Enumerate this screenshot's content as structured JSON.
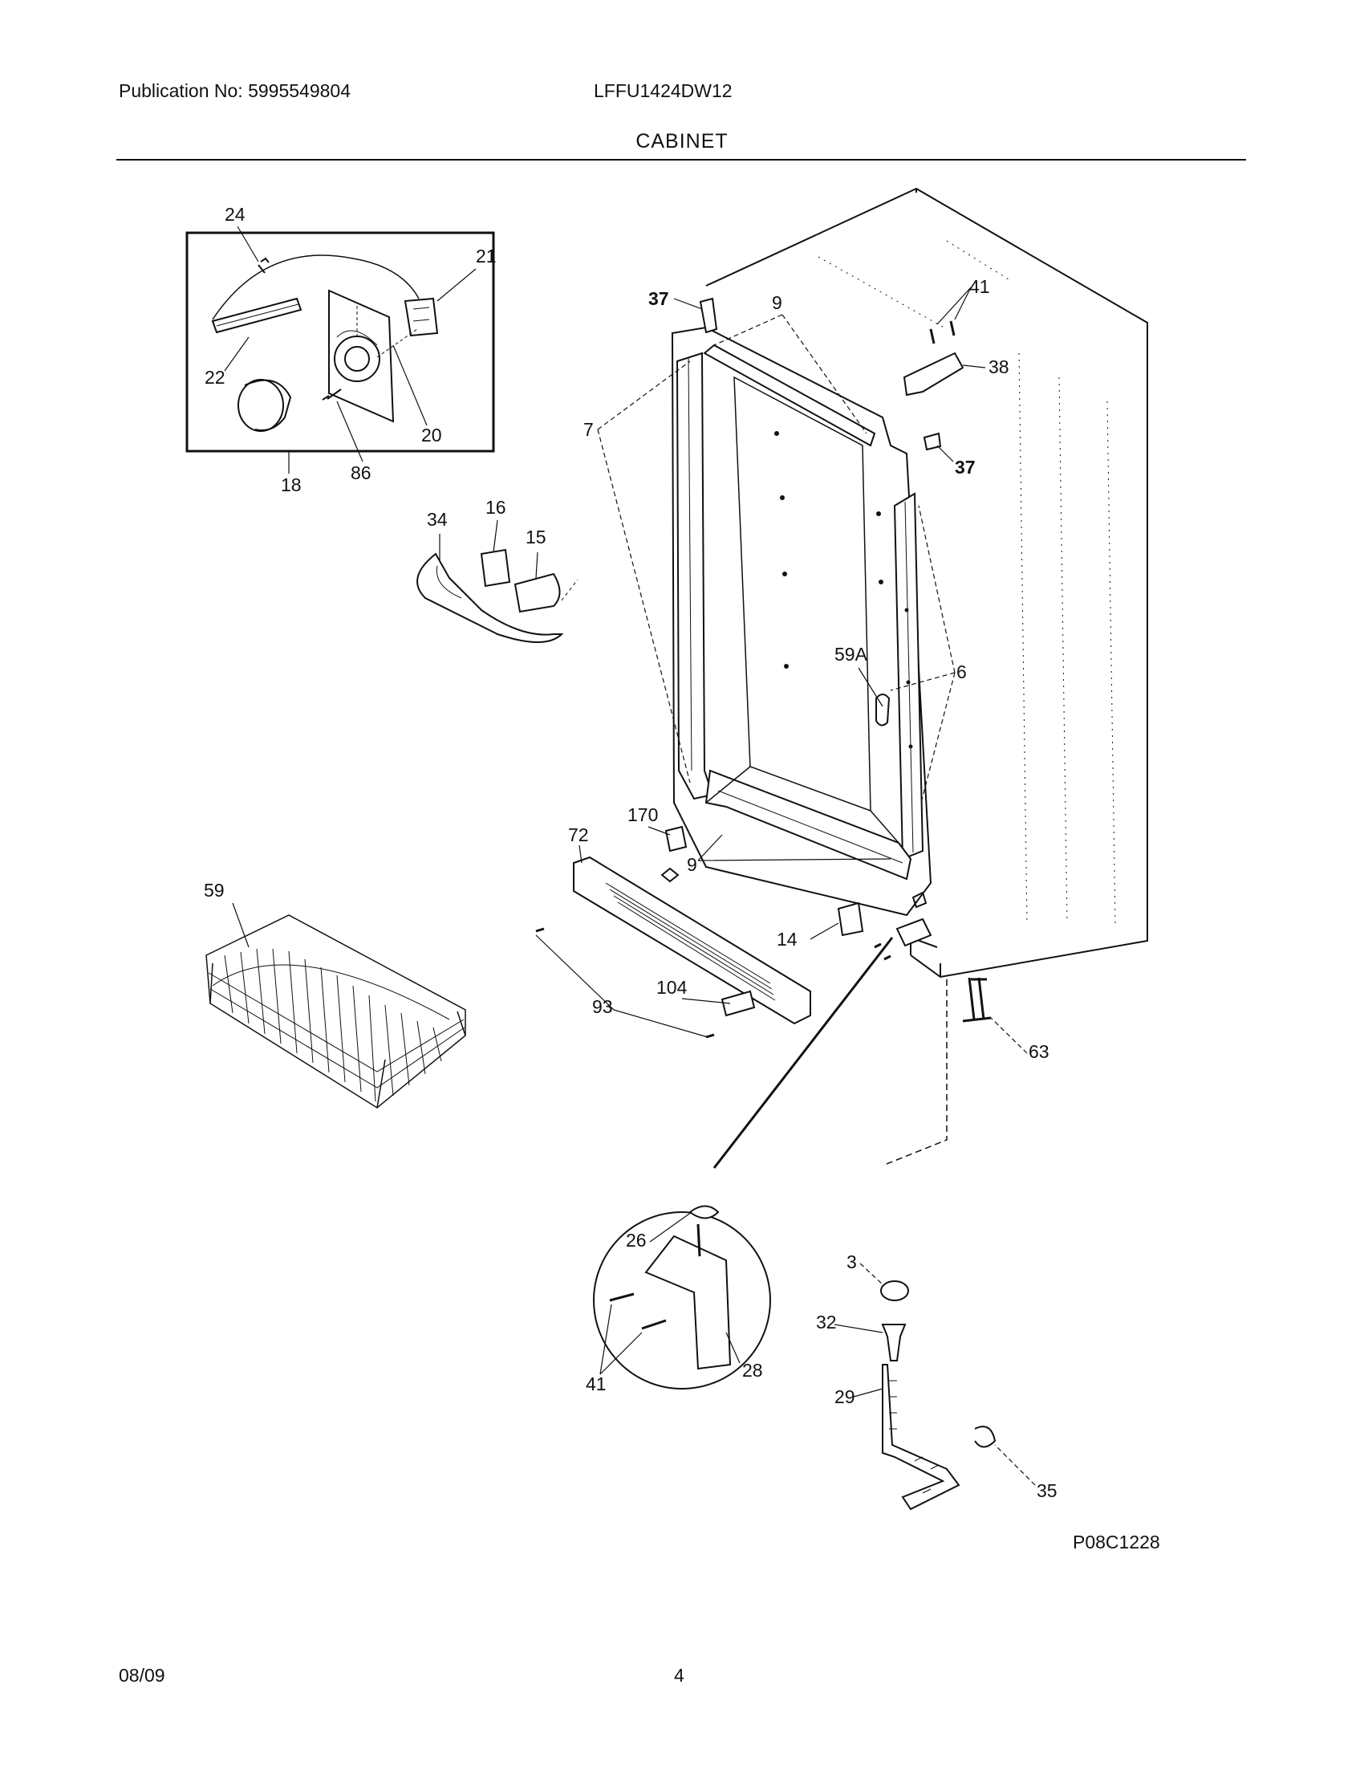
{
  "header": {
    "publication": "Publication No: 5995549804",
    "model": "LFFU1424DW12",
    "section": "CABINET"
  },
  "diagram_code": "P08C1228",
  "footer": {
    "date": "08/09",
    "page": "4"
  },
  "callouts": {
    "c24": "24",
    "c21": "21",
    "c22": "22",
    "c20": "20",
    "c18": "18",
    "c86": "86",
    "c34": "34",
    "c16": "16",
    "c15": "15",
    "c37a": "37",
    "c9a": "9",
    "c41a": "41",
    "c38": "38",
    "c37b": "37",
    "c7": "7",
    "c59a": "59A",
    "c6": "6",
    "c170": "170",
    "c72": "72",
    "c9b": "9",
    "c14": "14",
    "c59": "59",
    "c104": "104",
    "c93": "93",
    "c63": "63",
    "c26": "26",
    "c41b": "41",
    "c28": "28",
    "c3": "3",
    "c32": "32",
    "c29": "29",
    "c35": "35"
  }
}
